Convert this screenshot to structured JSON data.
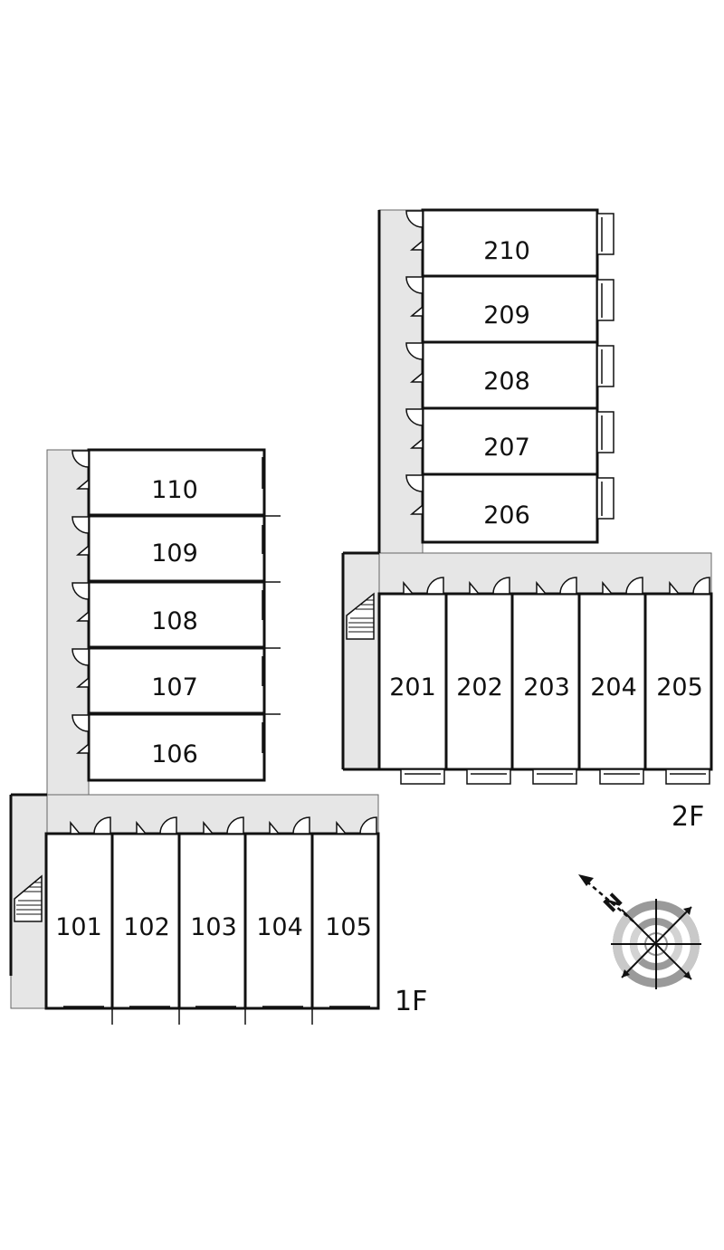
{
  "floors": [
    {
      "label": "1F",
      "wing_units": [
        "110",
        "109",
        "108",
        "107",
        "106"
      ],
      "row_units": [
        "101",
        "102",
        "103",
        "104",
        "105"
      ]
    },
    {
      "label": "2F",
      "wing_units": [
        "210",
        "209",
        "208",
        "207",
        "206"
      ],
      "row_units": [
        "201",
        "202",
        "203",
        "204",
        "205"
      ]
    }
  ],
  "compass": {
    "north_label": "N",
    "north_icon": "compass-rose-icon"
  },
  "colors": {
    "corridor": "#e6e6e6",
    "wall": "#111111",
    "compass_ring": "#b4b4b4"
  }
}
